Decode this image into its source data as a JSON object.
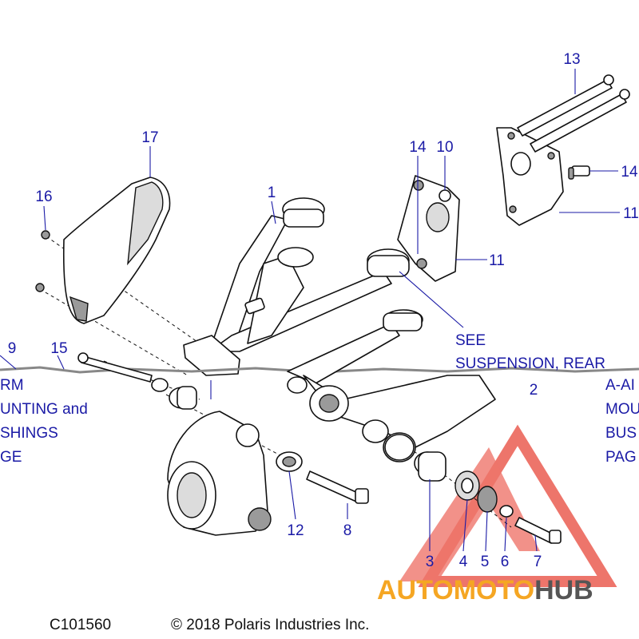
{
  "callouts": {
    "c1": "1",
    "c2": "2",
    "c3": "3",
    "c4": "4",
    "c5": "5",
    "c6": "6",
    "c7": "7",
    "c8": "8",
    "c9": "9",
    "c10": "10",
    "c11a": "11",
    "c11b": "11",
    "c12": "12",
    "c13": "13",
    "c14a": "14",
    "c14b": "14",
    "c15": "15",
    "c16": "16",
    "c17": "17"
  },
  "notes": {
    "left": [
      "RM",
      "UNTING and",
      "SHINGS",
      "GE"
    ],
    "see_line1": "SEE",
    "see_line2": "SUSPENSION, REAR",
    "right": [
      "A-AI",
      "MOU",
      "BUS",
      "PAG"
    ]
  },
  "footer": {
    "code": "C101560",
    "copyright": "© 2018 Polaris Industries Inc."
  },
  "watermark": {
    "part1": "AUTOMOTO",
    "part2": "HUB",
    "color_primary": "#e8473a",
    "color_secondary": "#f5a623",
    "color_dark": "#555555"
  },
  "colors": {
    "callout": "#1a1aa6",
    "line": "#111111"
  }
}
